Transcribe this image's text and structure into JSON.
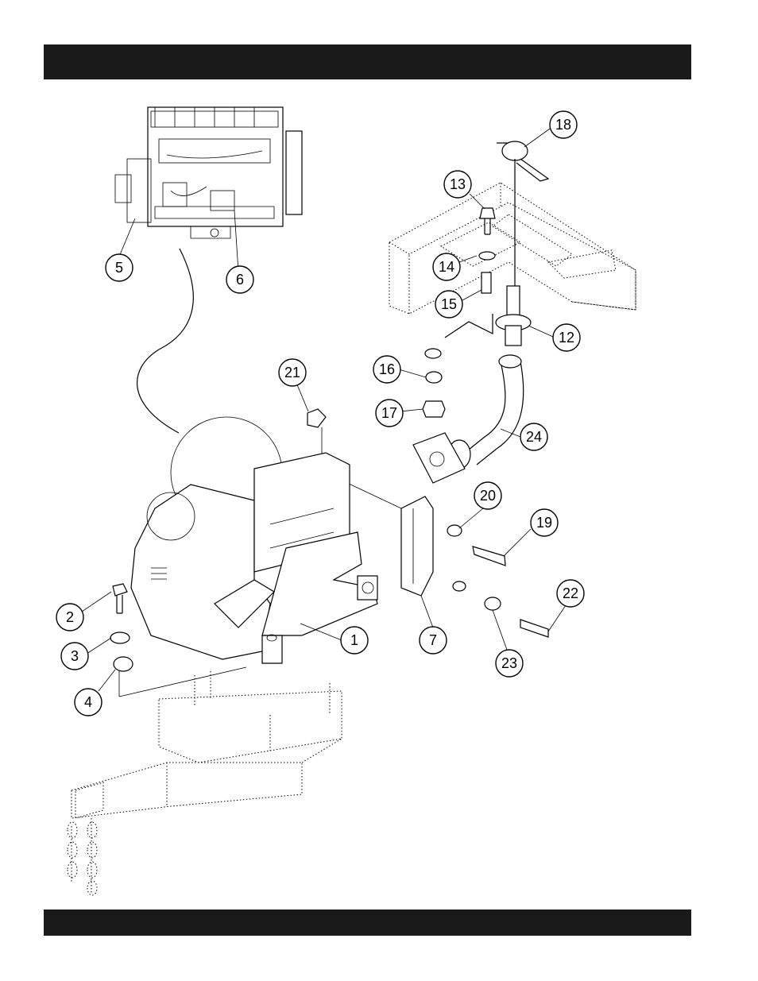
{
  "header_bar": {
    "text": ""
  },
  "footer_bar": {
    "text": ""
  },
  "callouts": {
    "c1": "1",
    "c2": "2",
    "c3": "3",
    "c4": "4",
    "c5": "5",
    "c6": "6",
    "c7": "7",
    "c12": "12",
    "c13": "13",
    "c14": "14",
    "c15": "15",
    "c16": "16",
    "c17": "17",
    "c18": "18",
    "c19": "19",
    "c20": "20",
    "c21": "21",
    "c22": "22",
    "c23": "23",
    "c24": "24"
  }
}
